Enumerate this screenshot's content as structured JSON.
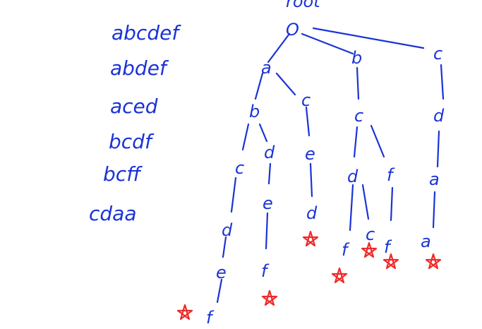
{
  "words": [
    "abcdef",
    "abdef",
    "aced",
    "bcdf",
    "bcff",
    "cdaa"
  ],
  "root_label": "root",
  "root_symbol": "O",
  "colors": {
    "ink": "#1a33d6",
    "end_marker": "#ee2a2a",
    "background": "#ffffff"
  },
  "icons": {
    "end_of_word": "star-icon"
  },
  "trie": {
    "a": "a",
    "a_b": "b",
    "a_b_c": "c",
    "a_b_c_d": "d",
    "a_b_c_d_e": "e",
    "a_b_c_d_e_f": "f",
    "a_b_d": "d",
    "a_b_d_e": "e",
    "a_b_d_e_f": "f",
    "a_c": "c",
    "a_c_e": "e",
    "a_c_e_d": "d",
    "b": "b",
    "b_c": "c",
    "b_c_d": "d",
    "b_c_d_f": "f",
    "b_c_f": "f",
    "b_c_f_f": "f",
    "c": "c",
    "c_d": "d",
    "c_d_a": "a",
    "c_d_a_a": "a"
  }
}
